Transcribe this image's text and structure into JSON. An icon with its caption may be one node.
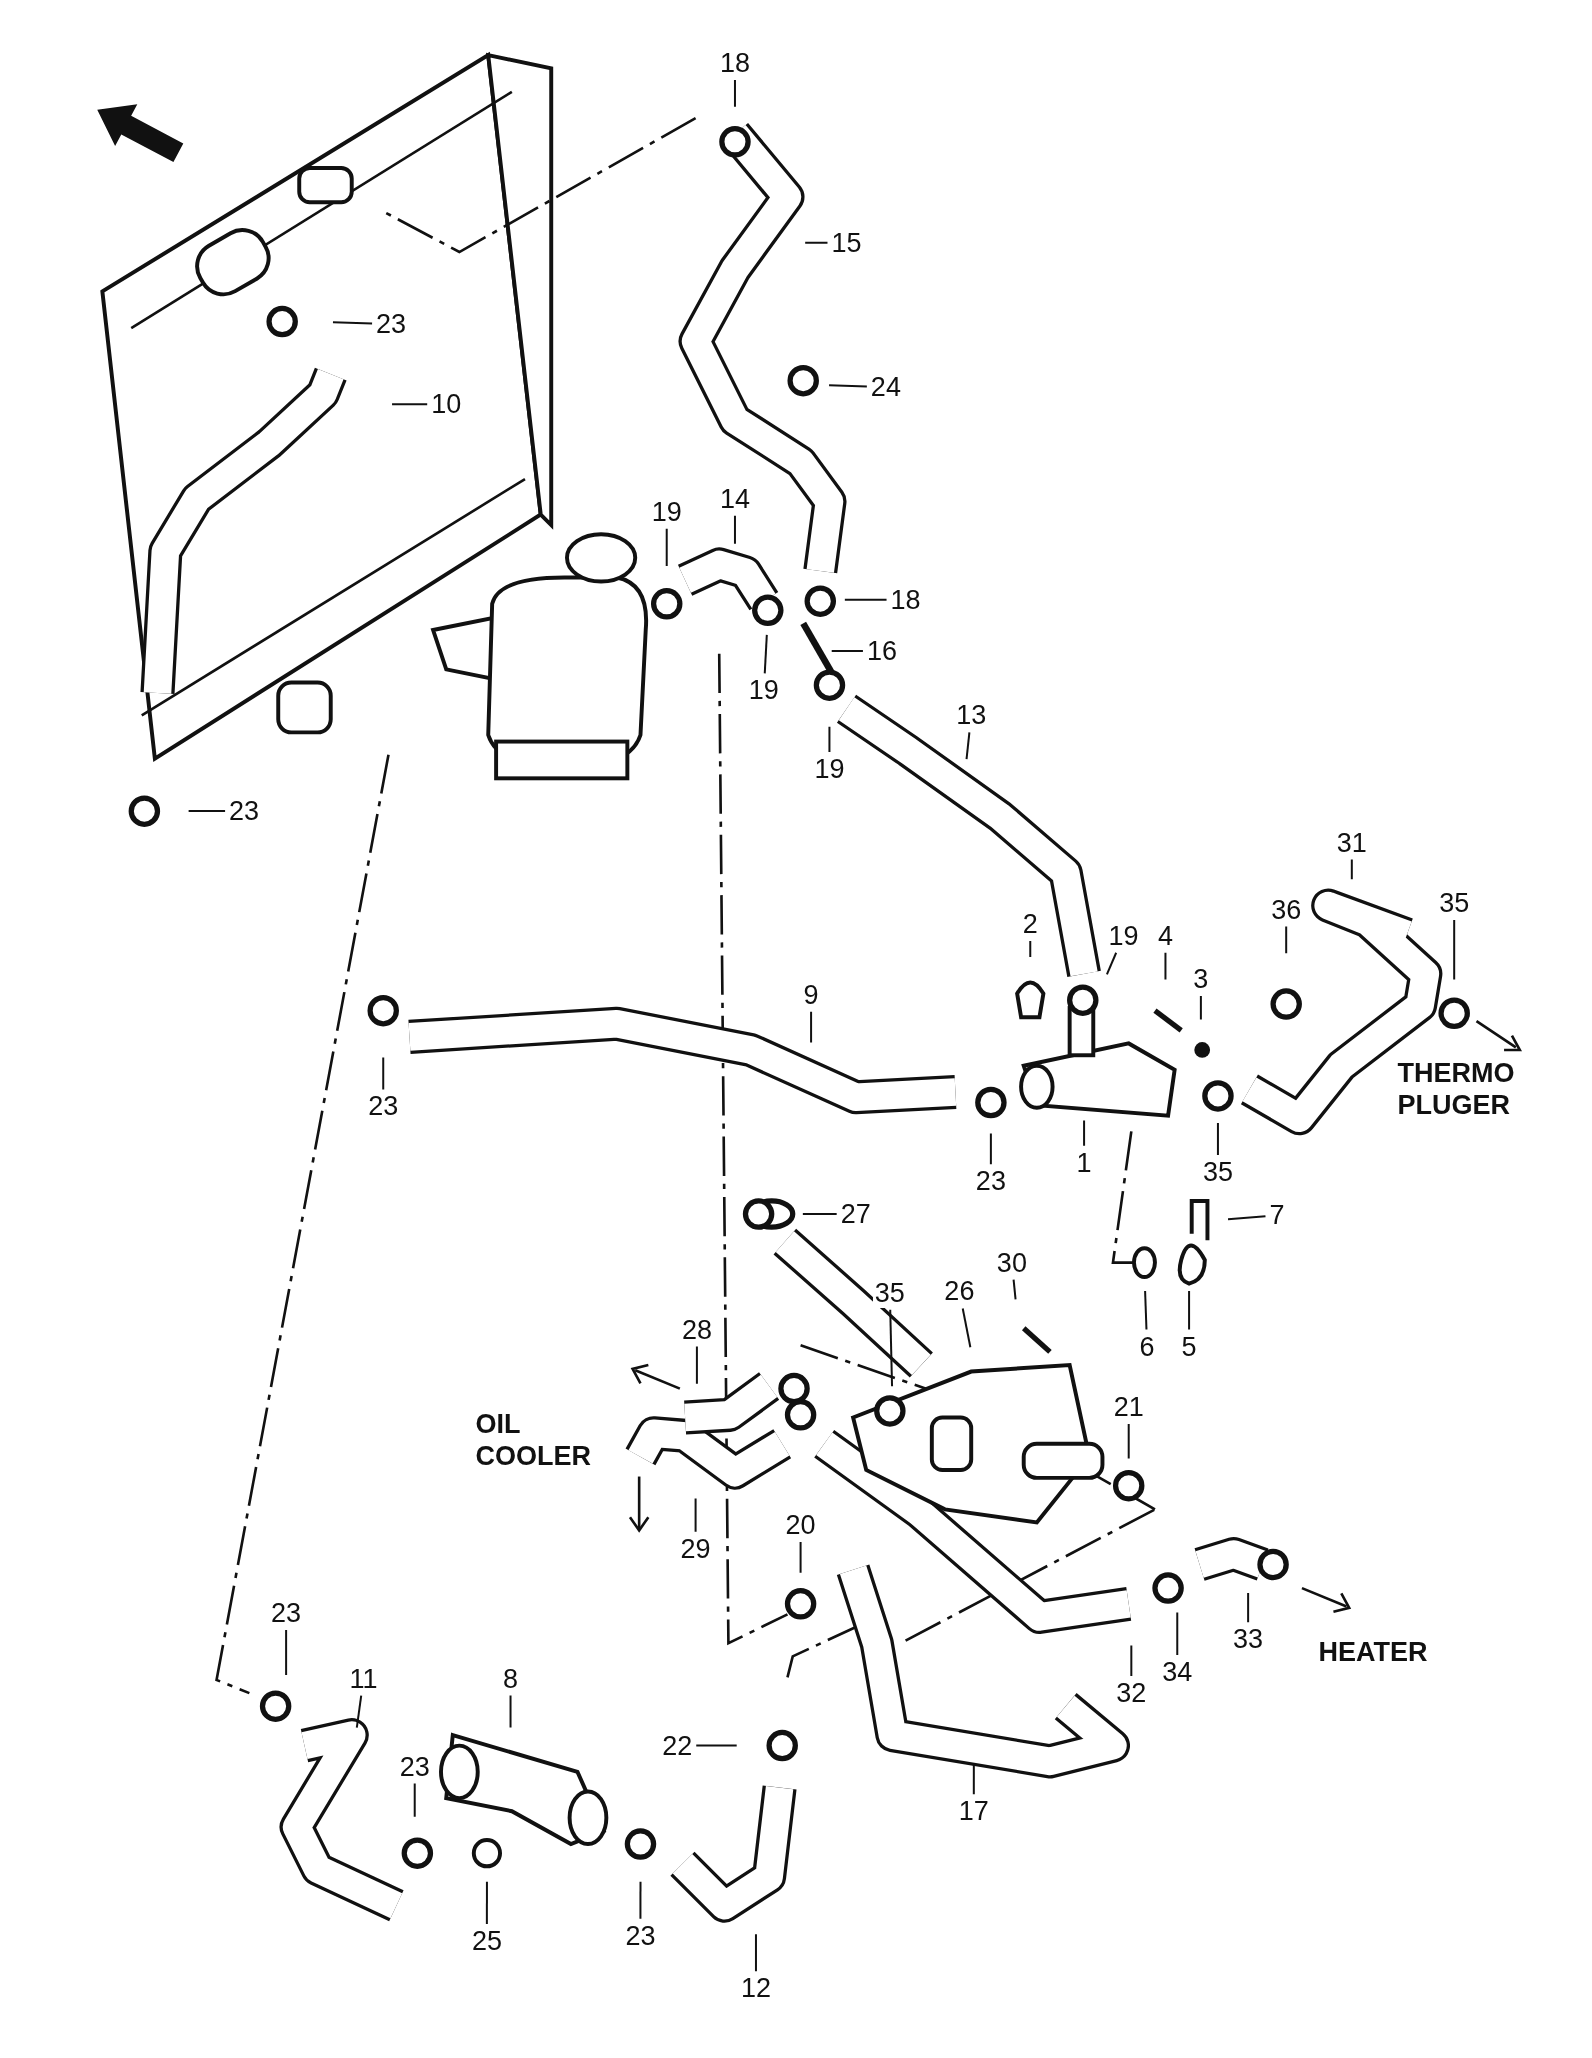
{
  "diagram": {
    "nodes": [
      {
        "text": [
          "18"
        ]
      },
      {
        "text": [
          "15"
        ]
      },
      {
        "text": [
          "23"
        ]
      },
      {
        "text": [
          "24"
        ]
      },
      {
        "text": [
          "10"
        ]
      },
      {
        "text": [
          "19"
        ]
      },
      {
        "text": [
          "14"
        ]
      },
      {
        "text": [
          "18"
        ]
      },
      {
        "text": [
          "16"
        ]
      },
      {
        "text": [
          "19"
        ]
      },
      {
        "text": [
          "13"
        ]
      },
      {
        "text": [
          "19"
        ]
      },
      {
        "text": [
          "23"
        ]
      },
      {
        "text": [
          "31"
        ]
      },
      {
        "text": [
          "35"
        ]
      },
      {
        "text": [
          "36"
        ]
      },
      {
        "text": [
          "2"
        ]
      },
      {
        "text": [
          "19"
        ]
      },
      {
        "text": [
          "4"
        ]
      },
      {
        "text": [
          "3"
        ]
      },
      {
        "text": [
          "9"
        ]
      },
      {
        "text": [
          "23"
        ]
      },
      {
        "text": [
          "1"
        ]
      },
      {
        "text": [
          "23"
        ]
      },
      {
        "text": [
          "35"
        ]
      },
      {
        "text": [
          "27"
        ]
      },
      {
        "text": [
          "7"
        ]
      },
      {
        "text": [
          "30"
        ]
      },
      {
        "text": [
          "35"
        ]
      },
      {
        "text": [
          "26"
        ]
      },
      {
        "text": [
          "6"
        ]
      },
      {
        "text": [
          "5"
        ]
      },
      {
        "text": [
          "28"
        ]
      },
      {
        "text": [
          "21"
        ]
      },
      {
        "text": [
          "29"
        ]
      },
      {
        "text": [
          "20"
        ]
      },
      {
        "text": [
          "23"
        ]
      },
      {
        "text": [
          "11"
        ]
      },
      {
        "text": [
          "8"
        ]
      },
      {
        "text": [
          "33"
        ]
      },
      {
        "text": [
          "34"
        ]
      },
      {
        "text": [
          "32"
        ]
      },
      {
        "text": [
          "22"
        ]
      },
      {
        "text": [
          "17"
        ]
      },
      {
        "text": [
          "23"
        ]
      },
      {
        "text": [
          "25"
        ]
      },
      {
        "text": [
          "23"
        ]
      },
      {
        "text": [
          "12"
        ]
      }
    ],
    "edges": [
      {
        "from": 0,
        "to": null,
        "arrow": "none"
      },
      {
        "from": 1,
        "to": null,
        "arrow": "none"
      },
      {
        "from": 2,
        "to": null,
        "arrow": "none"
      },
      {
        "from": 3,
        "to": null,
        "arrow": "none"
      },
      {
        "from": 4,
        "to": null,
        "arrow": "none"
      },
      {
        "from": 5,
        "to": null,
        "arrow": "none"
      },
      {
        "from": 6,
        "to": null,
        "arrow": "none"
      },
      {
        "from": 7,
        "to": null,
        "arrow": "none"
      },
      {
        "from": 8,
        "to": null,
        "arrow": "none"
      },
      {
        "from": 9,
        "to": null,
        "arrow": "none"
      },
      {
        "from": 10,
        "to": null,
        "arrow": "none"
      },
      {
        "from": 11,
        "to": null,
        "arrow": "none"
      },
      {
        "from": 12,
        "to": null,
        "arrow": "none"
      },
      {
        "from": 13,
        "to": null,
        "arrow": "none"
      },
      {
        "from": 14,
        "to": null,
        "arrow": "none"
      },
      {
        "from": 15,
        "to": null,
        "arrow": "none"
      },
      {
        "from": 16,
        "to": null,
        "arrow": "none"
      },
      {
        "from": 17,
        "to": null,
        "arrow": "none"
      },
      {
        "from": 18,
        "to": null,
        "arrow": "none"
      },
      {
        "from": 19,
        "to": null,
        "arrow": "none"
      },
      {
        "from": 20,
        "to": null,
        "arrow": "none"
      },
      {
        "from": 21,
        "to": null,
        "arrow": "none"
      },
      {
        "from": 22,
        "to": null,
        "arrow": "none"
      },
      {
        "from": 23,
        "to": null,
        "arrow": "none"
      },
      {
        "from": 24,
        "to": null,
        "arrow": "none"
      },
      {
        "from": 25,
        "to": null,
        "arrow": "none"
      },
      {
        "from": 26,
        "to": null,
        "arrow": "none"
      },
      {
        "from": 27,
        "to": null,
        "arrow": "none"
      },
      {
        "from": 28,
        "to": null,
        "arrow": "none"
      },
      {
        "from": 29,
        "to": null,
        "arrow": "none"
      },
      {
        "from": 30,
        "to": null,
        "arrow": "none"
      },
      {
        "from": 31,
        "to": null,
        "arrow": "none"
      },
      {
        "from": 32,
        "to": null,
        "arrow": "none"
      },
      {
        "from": 33,
        "to": null,
        "arrow": "none"
      },
      {
        "from": 34,
        "to": null,
        "arrow": "none"
      },
      {
        "from": 35,
        "to": null,
        "arrow": "none"
      },
      {
        "from": 36,
        "to": null,
        "arrow": "none"
      },
      {
        "from": 37,
        "to": null,
        "arrow": "none"
      },
      {
        "from": 38,
        "to": null,
        "arrow": "none"
      },
      {
        "from": 39,
        "to": null,
        "arrow": "none"
      },
      {
        "from": 40,
        "to": null,
        "arrow": "none"
      },
      {
        "from": 41,
        "to": null,
        "arrow": "none"
      },
      {
        "from": 42,
        "to": null,
        "arrow": "none"
      },
      {
        "from": 43,
        "to": null,
        "arrow": "none"
      },
      {
        "from": 44,
        "to": null,
        "arrow": "none"
      },
      {
        "from": 45,
        "to": null,
        "arrow": "none"
      },
      {
        "from": 46,
        "to": null,
        "arrow": "none"
      },
      {
        "from": 47,
        "to": null,
        "arrow": "none"
      }
    ],
    "labels": [
      "THERMO PLUGER",
      "OIL COOLER",
      "HEATER"
    ]
  }
}
